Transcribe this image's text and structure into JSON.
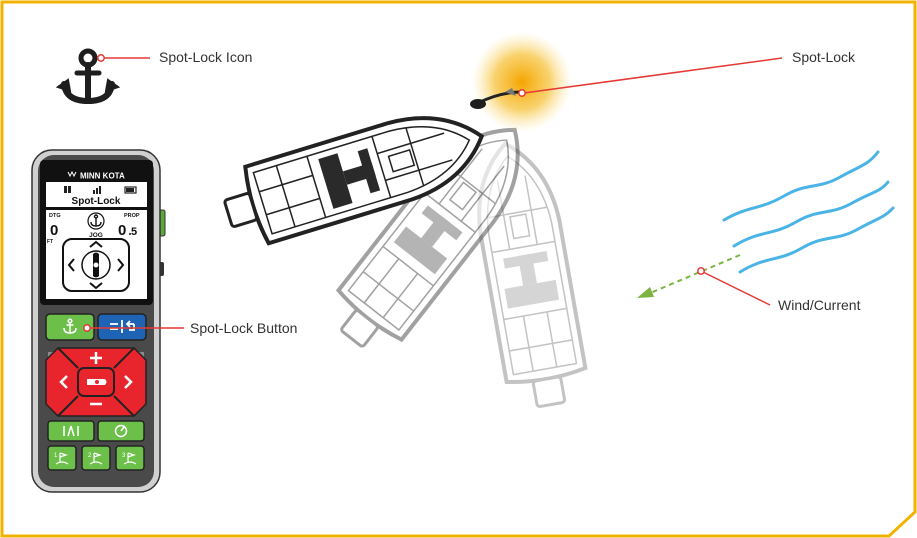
{
  "callouts": {
    "spotlock_icon": "Spot-Lock Icon",
    "spotlock_button": "Spot-Lock Button",
    "spotlock": "Spot-Lock",
    "wind_current": "Wind/Current"
  },
  "remote": {
    "brand": "MINN KOTA",
    "screen_title": "Spot-Lock",
    "dtg_label": "DTG",
    "dtg_value": "0",
    "unit_label": "FT",
    "jog_label": "JOG",
    "prop_label": "PROP",
    "prop_value": "0",
    "prop_decimal": "5"
  },
  "colors": {
    "frame": "#f2b200",
    "callout_line": "#e53935",
    "remote_green": "#6cc04a",
    "remote_red": "#e8242c",
    "remote_blue": "#1f63b5",
    "wind": "#4ab4e6",
    "wind_arrow": "#7cb342",
    "glow": "#f5b800"
  }
}
